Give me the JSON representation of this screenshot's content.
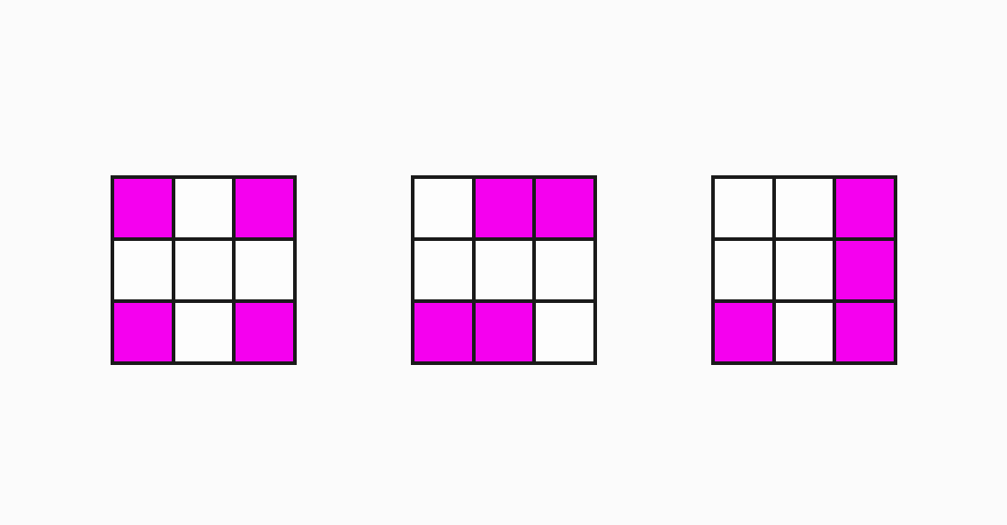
{
  "colors": {
    "filled": "#f500ef",
    "empty": "#fdfdfd",
    "border": "#1a1a1a",
    "background": "#fbfbfb"
  },
  "grids": [
    {
      "cells": [
        [
          1,
          0,
          1
        ],
        [
          0,
          0,
          0
        ],
        [
          1,
          0,
          1
        ]
      ]
    },
    {
      "cells": [
        [
          0,
          1,
          1
        ],
        [
          0,
          0,
          0
        ],
        [
          1,
          1,
          0
        ]
      ]
    },
    {
      "cells": [
        [
          0,
          0,
          1
        ],
        [
          0,
          0,
          1
        ],
        [
          1,
          0,
          1
        ]
      ]
    }
  ]
}
